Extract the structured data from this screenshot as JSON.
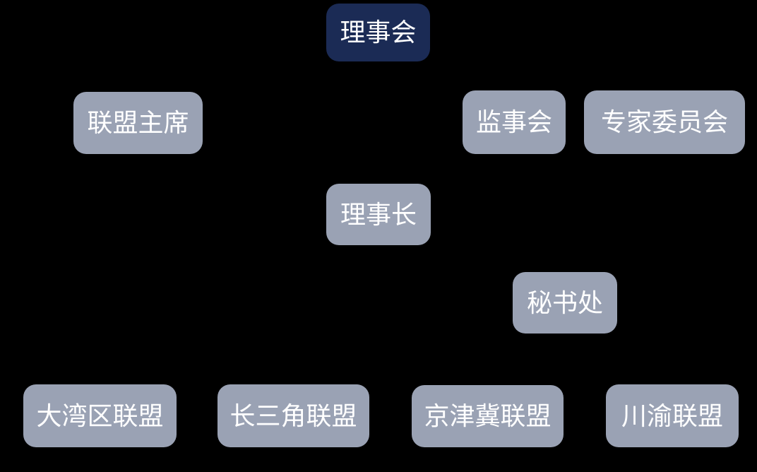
{
  "diagram": {
    "type": "org-chart",
    "background_color": "#000000",
    "colors": {
      "root_node_bg": "#1b2b55",
      "node_bg": "#9aa2b4",
      "node_text": "#ffffff"
    },
    "nodes": [
      {
        "id": "council",
        "label": "理事会",
        "level": 1
      },
      {
        "id": "alliance-chairman",
        "label": "联盟主席",
        "level": 2
      },
      {
        "id": "supervisory-board",
        "label": "监事会",
        "level": 2
      },
      {
        "id": "expert-committee",
        "label": "专家委员会",
        "level": 2
      },
      {
        "id": "president",
        "label": "理事长",
        "level": 3
      },
      {
        "id": "secretariat",
        "label": "秘书处",
        "level": 4
      },
      {
        "id": "greater-bay-area-alliance",
        "label": "大湾区联盟",
        "level": 5
      },
      {
        "id": "yangtze-river-delta-alliance",
        "label": "长三角联盟",
        "level": 5
      },
      {
        "id": "beijing-tianjin-hebei-alliance",
        "label": "京津冀联盟",
        "level": 5
      },
      {
        "id": "sichuan-chongqing-alliance",
        "label": "川渝联盟",
        "level": 5
      }
    ]
  }
}
